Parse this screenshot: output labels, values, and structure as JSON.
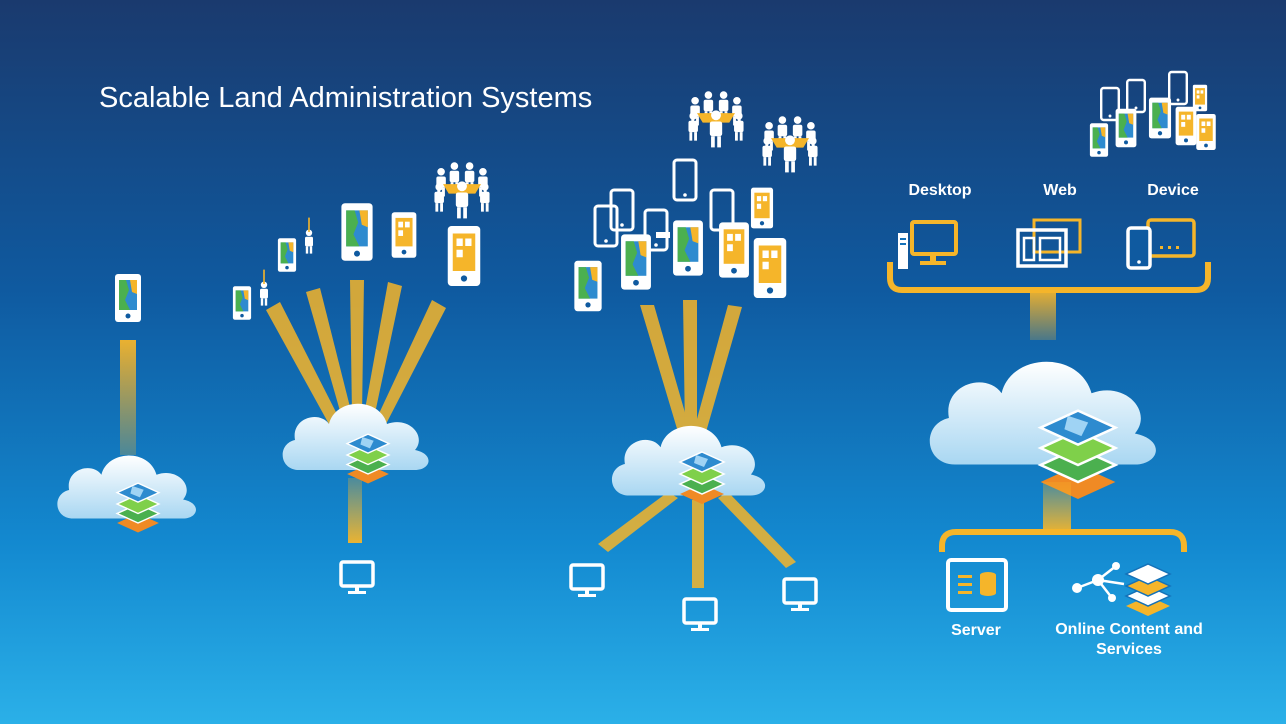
{
  "slide": {
    "title": "Scalable Land Administration Systems"
  },
  "clients": {
    "desktop_label": "Desktop",
    "web_label": "Web",
    "device_label": "Device"
  },
  "services": {
    "server_label": "Server",
    "online_label": "Online Content and Services"
  },
  "colors": {
    "accent": "#f5b52a",
    "white": "#ffffff",
    "background_top": "#1a3a6e",
    "background_bottom": "#2bb0e8"
  },
  "icons": [
    "tablet-icon",
    "phone-icon",
    "cloud-icon",
    "layers-icon",
    "monitor-icon",
    "people-icon",
    "surveyor-icon",
    "server-icon",
    "network-icon"
  ]
}
